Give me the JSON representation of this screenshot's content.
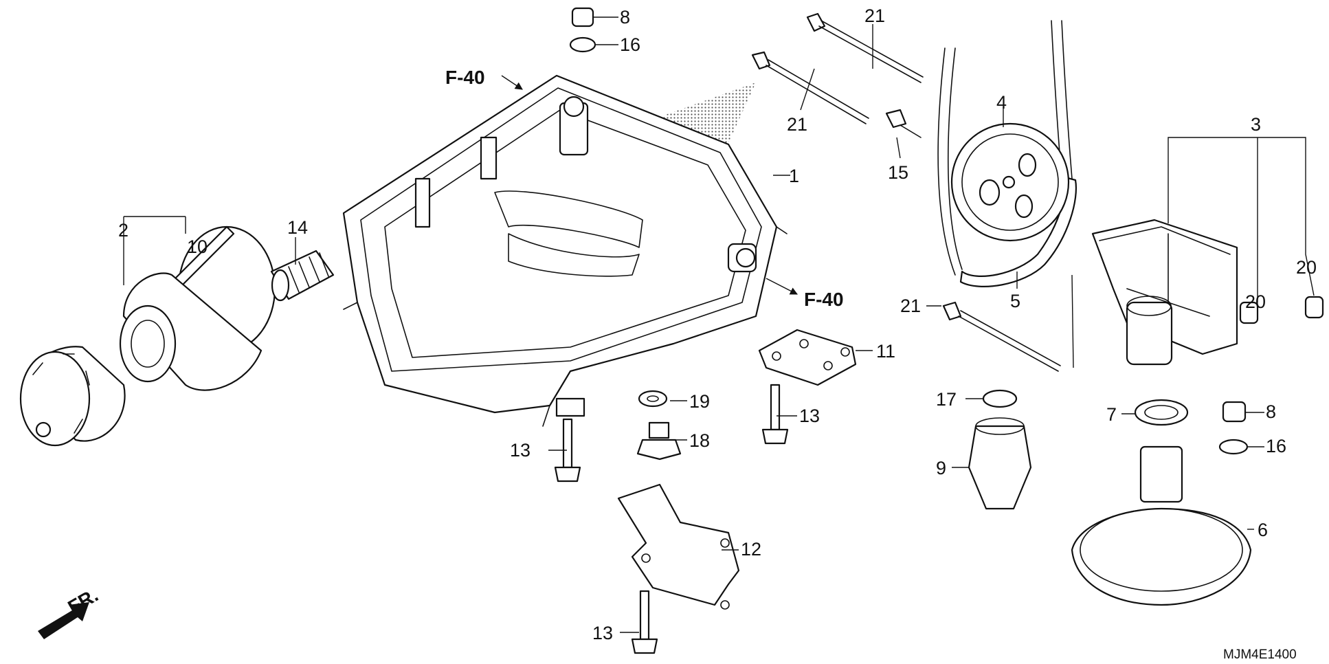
{
  "callouts": [
    "1",
    "2",
    "3",
    "4",
    "5",
    "6",
    "7",
    "8",
    "8",
    "9",
    "10",
    "11",
    "12",
    "13",
    "13",
    "13",
    "14",
    "15",
    "16",
    "16",
    "17",
    "18",
    "19",
    "20",
    "20",
    "21",
    "21",
    "21"
  ],
  "references": {
    "f40_top": "F-40",
    "f40_right": "F-40"
  },
  "front_marker": "FR.",
  "diagram_code": "MJM4E1400"
}
